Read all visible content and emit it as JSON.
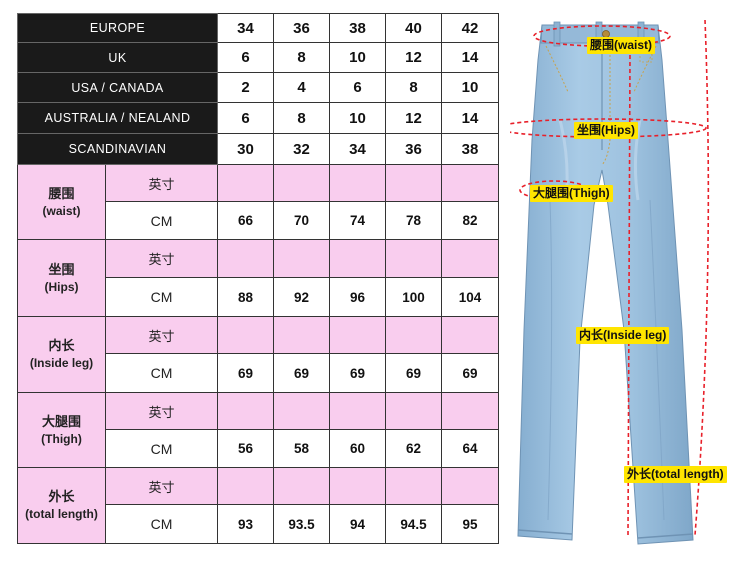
{
  "table": {
    "header_rows": [
      {
        "label": "EUROPE",
        "values": [
          "34",
          "36",
          "38",
          "40",
          "42"
        ]
      },
      {
        "label": "UK",
        "values": [
          "6",
          "8",
          "10",
          "12",
          "14"
        ]
      },
      {
        "label": "USA / CANADA",
        "values": [
          "2",
          "4",
          "6",
          "8",
          "10"
        ]
      },
      {
        "label": "AUSTRALIA / NEALAND",
        "values": [
          "6",
          "8",
          "10",
          "12",
          "14"
        ]
      },
      {
        "label": "SCANDINAVIAN",
        "values": [
          "30",
          "32",
          "34",
          "36",
          "38"
        ]
      }
    ],
    "unit_inch": "英寸",
    "unit_cm": "CM",
    "measurements": [
      {
        "zh": "腰围",
        "en": "(waist)",
        "cm": [
          "66",
          "70",
          "74",
          "78",
          "82"
        ]
      },
      {
        "zh": "坐围",
        "en": "(Hips)",
        "cm": [
          "88",
          "92",
          "96",
          "100",
          "104"
        ]
      },
      {
        "zh": "内长",
        "en": "(Inside leg)",
        "cm": [
          "69",
          "69",
          "69",
          "69",
          "69"
        ]
      },
      {
        "zh": "大腿围",
        "en": "(Thigh)",
        "cm": [
          "56",
          "58",
          "60",
          "62",
          "64"
        ]
      },
      {
        "zh": "外长",
        "en": "(total length)",
        "cm": [
          "93",
          "93.5",
          "94",
          "94.5",
          "95"
        ]
      }
    ]
  },
  "figure_labels": {
    "waist": "腰围(waist)",
    "hips": "坐围(Hips)",
    "thigh": "大腿围(Thigh)",
    "inside_leg": "内长(Inside leg)",
    "total_length": "外长(total length)"
  },
  "colors": {
    "header_bg": "#1a1a1a",
    "pink": "#f9cdee",
    "label_yellow": "#ffe500",
    "measure_red": "#e8202a",
    "denim": "#9ec2df"
  }
}
